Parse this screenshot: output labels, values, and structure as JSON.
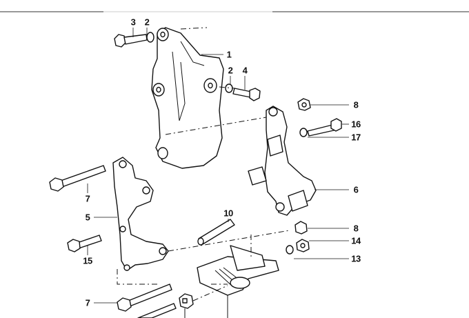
{
  "diagram": {
    "callouts": [
      {
        "id": "c3a",
        "number": "3"
      },
      {
        "id": "c2a",
        "number": "2"
      },
      {
        "id": "c1",
        "number": "1"
      },
      {
        "id": "c2b",
        "number": "2"
      },
      {
        "id": "c4",
        "number": "4"
      },
      {
        "id": "c8a",
        "number": "8"
      },
      {
        "id": "c16",
        "number": "16"
      },
      {
        "id": "c17",
        "number": "17"
      },
      {
        "id": "c7a",
        "number": "7"
      },
      {
        "id": "c5",
        "number": "5"
      },
      {
        "id": "c6",
        "number": "6"
      },
      {
        "id": "c10",
        "number": "10"
      },
      {
        "id": "c8b",
        "number": "8"
      },
      {
        "id": "c14",
        "number": "14"
      },
      {
        "id": "c15",
        "number": "15"
      },
      {
        "id": "c13",
        "number": "13"
      },
      {
        "id": "c7b",
        "number": "7"
      }
    ]
  }
}
